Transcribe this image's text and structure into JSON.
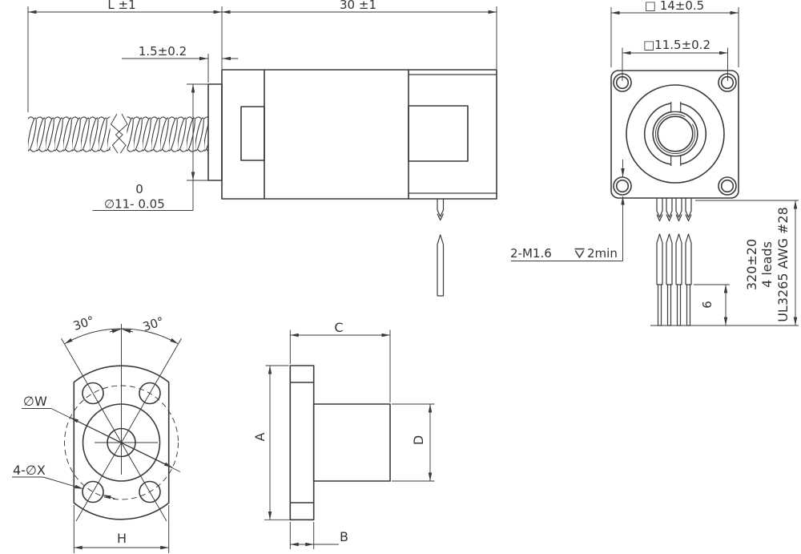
{
  "colors": {
    "line": "#3a3a3a",
    "background": "#ffffff"
  },
  "side_view": {
    "screw_length_dim": "L ±1",
    "body_length_dim": "30 ±1",
    "pilot_length_dim": "1.5±0.2",
    "pilot_dia_tol_upper": "0",
    "pilot_dia_dim": "∅11- 0.05",
    "tap_note_prefix": "2-M1.6",
    "tap_note_suffix": "2min"
  },
  "front_view": {
    "square_dim": "□ 14±0.5",
    "hole_pitch_dim": "□11.5±0.2",
    "lead_length_dim": "320±20",
    "lead_count": "4 leads",
    "lead_spec": "UL3265 AWG #28",
    "strip_length_dim": "6"
  },
  "nut_front_view": {
    "angle_left_dim": "30°",
    "angle_right_dim": "30°",
    "bolt_circle_dim": "∅W",
    "hole_dim": "4-∅X",
    "flat_width_dim": "H"
  },
  "nut_side_view": {
    "total_length_dim": "C",
    "flange_dia_dim": "A",
    "body_dia_dim": "D",
    "flange_thickness_dim": "B"
  }
}
